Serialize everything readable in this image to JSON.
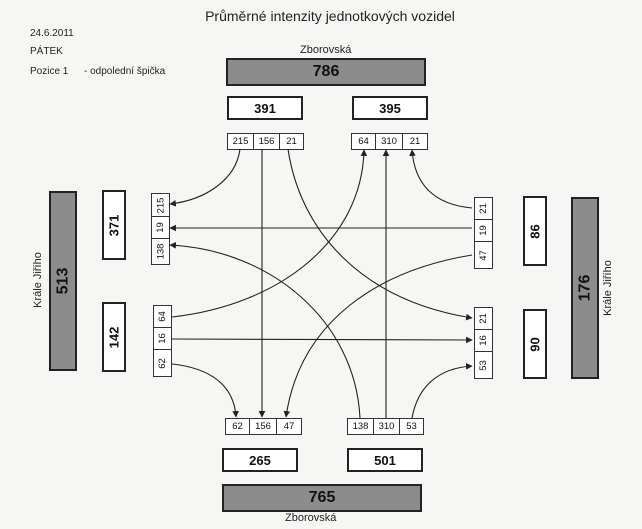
{
  "title": "Průměrné intenzity jednotkových vozidel",
  "header": {
    "date": "24.6.2011",
    "day": "PÁTEK",
    "position": "Pozice 1",
    "period": "- odpolední špička"
  },
  "streets": {
    "north": "Zborovská",
    "south": "Zborovská",
    "west": "Krále Jiřího",
    "east": "Krále Jiřího"
  },
  "totals": {
    "north": "786",
    "south": "765",
    "west": "513",
    "east": "176"
  },
  "directions": {
    "north_out": "391",
    "north_in": "395",
    "south_in": "265",
    "south_out": "501",
    "west_in": "371",
    "west_out": "142",
    "east_out": "86",
    "east_in": "90"
  },
  "lanes": {
    "north_entry": [
      "215",
      "156",
      "21"
    ],
    "north_exit": [
      "64",
      "310",
      "21"
    ],
    "south_exit": [
      "62",
      "156",
      "47"
    ],
    "south_entry": [
      "138",
      "310",
      "53"
    ],
    "west_exit": [
      "215",
      "19",
      "138"
    ],
    "west_entry": [
      "64",
      "16",
      "62"
    ],
    "east_entry": [
      "21",
      "19",
      "47"
    ],
    "east_exit": [
      "21",
      "16",
      "53"
    ]
  }
}
